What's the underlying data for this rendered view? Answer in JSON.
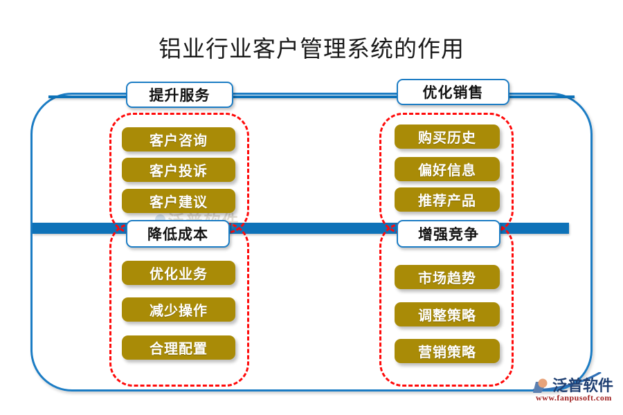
{
  "title": "铝业行业客户管理系统的作用",
  "colors": {
    "frame_blue": "#1B7CC4",
    "rail_blue": "#0E72B8",
    "group_red": "#FF0A0A",
    "pill_gold": "#A98B07",
    "pill_text": "#FFFFFF",
    "label_text": "#111111",
    "title_text": "#1A1A1A",
    "brand_name": "#1F3F72",
    "brand_url": "#A02020"
  },
  "groups": {
    "left_top": {
      "label": "提升服务",
      "items": [
        "客户咨询",
        "客户投诉",
        "客户建议"
      ]
    },
    "right_top": {
      "label": "优化销售",
      "items": [
        "购买历史",
        "偏好信息",
        "推荐产品"
      ]
    },
    "left_bottom": {
      "label": "降低成本",
      "items": [
        "优化业务",
        "减少操作",
        "合理配置"
      ]
    },
    "right_bottom": {
      "label": "增强竞争",
      "items": [
        "市场趋势",
        "调整策略",
        "营销策略"
      ]
    }
  },
  "watermark": {
    "center_text": "泛普软件"
  },
  "brand": {
    "name": "泛普软件",
    "url": "www.fanpusoft.com"
  }
}
